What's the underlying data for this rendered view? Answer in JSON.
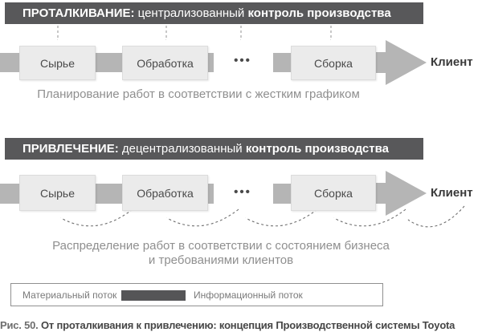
{
  "push": {
    "header_label": "ПРОТАЛКИВАНИЕ:",
    "header_mid": " централизованный ",
    "header_tail": "контроль производства",
    "stages": [
      "Сырье",
      "Обработка",
      "Сборка"
    ],
    "dots": "•••",
    "client": "Клиент",
    "caption": "Планирование работ в соответствии с жестким графиком"
  },
  "pull": {
    "header_label": "ПРИВЛЕЧЕНИЕ:",
    "header_mid": " децентрализованный ",
    "header_tail": "контроль производства",
    "stages": [
      "Сырье",
      "Обработка",
      "Сборка"
    ],
    "dots": "•••",
    "client": "Клиент",
    "caption_line1": "Распределение работ в соответствии с состоянием бизнеса",
    "caption_line2": "и требованиями клиентов"
  },
  "legend": {
    "material_label": "Материальный поток",
    "information_label": "Информационный поток"
  },
  "figure": {
    "label": "Рис. 50.",
    "title": " От проталкивания к привлечению: концепция Производственной системы Toyota"
  },
  "colors": {
    "header_bg": "#58585a",
    "flow_gray": "#b5b5b5",
    "box_bg": "#ebebeb",
    "caption_gray": "#8f8f8f"
  }
}
